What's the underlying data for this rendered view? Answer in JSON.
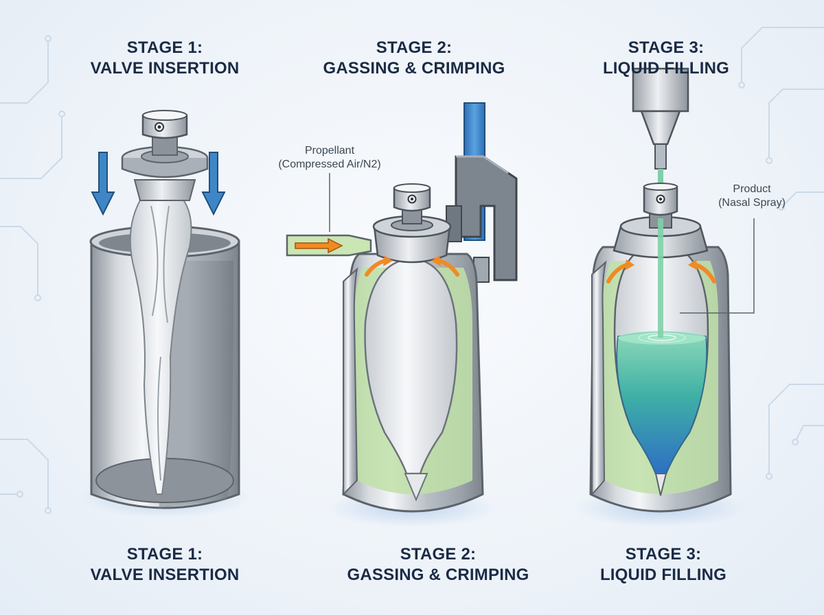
{
  "stages": [
    {
      "heading": "STAGE 1:",
      "name": "VALVE INSERTION"
    },
    {
      "heading": "STAGE 2:",
      "name": "GASSING & CRIMPING"
    },
    {
      "heading": "STAGE 3:",
      "name": "LIQUID FILLING"
    }
  ],
  "callouts": {
    "propellant": {
      "line1": "Propellant",
      "line2": "(Compressed Air/N2)"
    },
    "product": {
      "line1": "Product",
      "line2": "(Nasal Spray)"
    }
  },
  "colors": {
    "title": "#1a2b45",
    "arrow_blue": "#3f86c6",
    "propellant_green": "#bfe0a8",
    "flow_orange": "#f08a24",
    "product_liquid": "#46b8a0",
    "clamp_gray": "#7d868f",
    "feed_pipe_blue": "#3b82c8"
  },
  "icons": [
    "down-arrow-icon",
    "flow-arrow-icon",
    "circuit-trace-decoration"
  ]
}
